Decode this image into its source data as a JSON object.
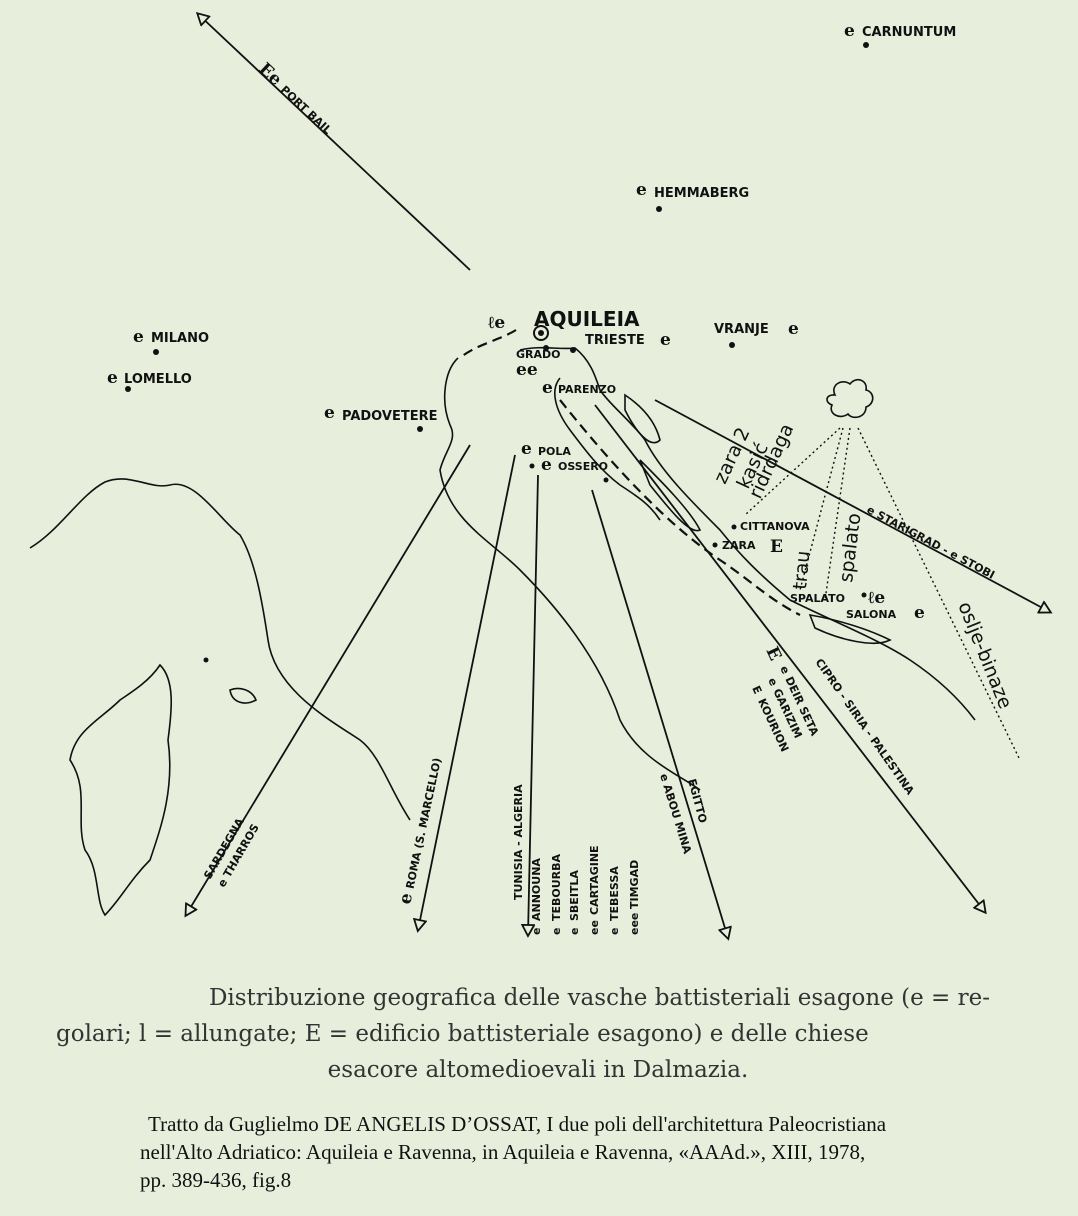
{
  "map": {
    "main_site": "AQUILEIA",
    "main_symbol": "ℓe",
    "cities": [
      {
        "id": "carnuntum",
        "mark": "e",
        "name": "CARNUNTUM"
      },
      {
        "id": "hemmaberg",
        "mark": "e",
        "name": "HEMMABERG"
      },
      {
        "id": "milano",
        "mark": "e",
        "name": "MILANO"
      },
      {
        "id": "lomello",
        "mark": "e",
        "name": "LOMELLO"
      },
      {
        "id": "padovetere",
        "mark": "e",
        "name": "PADOVETERE"
      },
      {
        "id": "trieste",
        "mark": "e",
        "name": "TRIESTE"
      },
      {
        "id": "vranje",
        "mark": "e",
        "name": "VRANJE"
      },
      {
        "id": "grado",
        "mark": "ee",
        "name": "GRADO"
      },
      {
        "id": "parenzo",
        "mark": "e",
        "name": "PARENZO"
      },
      {
        "id": "pola",
        "mark": "e",
        "name": "POLA"
      },
      {
        "id": "ossero",
        "mark": "e",
        "name": "OSSERO"
      },
      {
        "id": "cittanova",
        "mark": "",
        "name": "CITTANOVA"
      },
      {
        "id": "zara",
        "mark": "E",
        "name": "ZARA"
      },
      {
        "id": "spalato",
        "mark": "ℓe",
        "name": "SPALATO"
      },
      {
        "id": "salona",
        "mark": "e",
        "name": "SALONA"
      }
    ],
    "routes": {
      "port_bail": {
        "mark": "Ee",
        "name": "PORT BAIL"
      },
      "starigrad": {
        "text": "e STARIGRAD - e STOBI"
      },
      "sardegna": {
        "name": "SARDEGNA",
        "sub": "e THARROS"
      },
      "roma": {
        "mark": "e",
        "name": "ROMA (S. MARCELLO)"
      },
      "tunisia": {
        "name": "TUNISIA - ALGERIA",
        "items": [
          {
            "mark": "e",
            "name": "ANNOUNA"
          },
          {
            "mark": "e",
            "name": "TEBOURBA"
          },
          {
            "mark": "e",
            "name": "SBEITLA"
          },
          {
            "mark": "ee",
            "name": "CARTAGINE"
          },
          {
            "mark": "e",
            "name": "TEBESSA"
          },
          {
            "mark": "eee",
            "name": "TIMGAD"
          }
        ]
      },
      "egitto": {
        "name": "EGITTO",
        "sub": "e ABOU MINA"
      },
      "cipro": {
        "name": "CIPRO - SIRIA - PALESTINA",
        "items": [
          {
            "mark": "E",
            "name": ""
          },
          {
            "mark": "e",
            "name": "DEIR SETA"
          },
          {
            "mark": "e",
            "name": "GARIZIM"
          },
          {
            "mark": "E",
            "name": "KOURION"
          }
        ]
      }
    },
    "dalmatian_churches": [
      "zara 2",
      "kasić",
      "ridrdaga",
      "trau",
      "spalato",
      "oslje-binaze"
    ]
  },
  "caption": {
    "line1": "Distribuzione geografica delle vasche battisteriali esagone (e = re-",
    "line2": "golari; l = allungate; E = edificio battisteriale esagono) e delle chiese",
    "line3": "esacore altomedioevali in Dalmazia."
  },
  "source": {
    "line1": "Tratto da Guglielmo DE ANGELIS D’OSSAT, I due poli dell'architettura Paleocristiana",
    "line2": "nell'Alto Adriatico: Aquileia e Ravenna, in Aquileia e Ravenna, «AAAd.», XIII, 1978,",
    "line3": "pp. 389-436, fig.8"
  }
}
